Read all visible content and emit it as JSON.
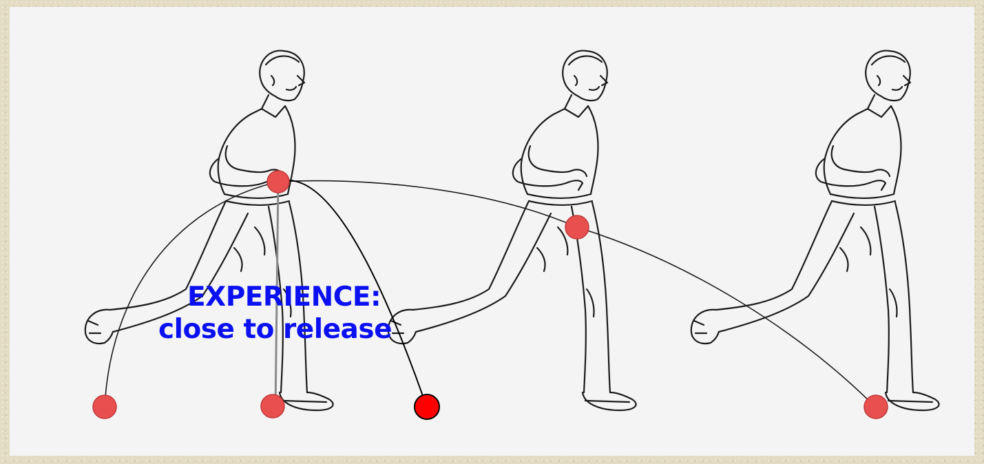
{
  "caption": {
    "line1": "EXPERIENCE:",
    "line2": "close to release"
  },
  "colors": {
    "background": "#e3dcc3",
    "panel": "#f4f4f4",
    "caption": "#0a10f0",
    "ball_trail": "#e85050",
    "ball_release": "#ff0000",
    "line_art": "#1a1a1a"
  },
  "figures": [
    "person-walking-1",
    "person-walking-2",
    "person-walking-3"
  ]
}
